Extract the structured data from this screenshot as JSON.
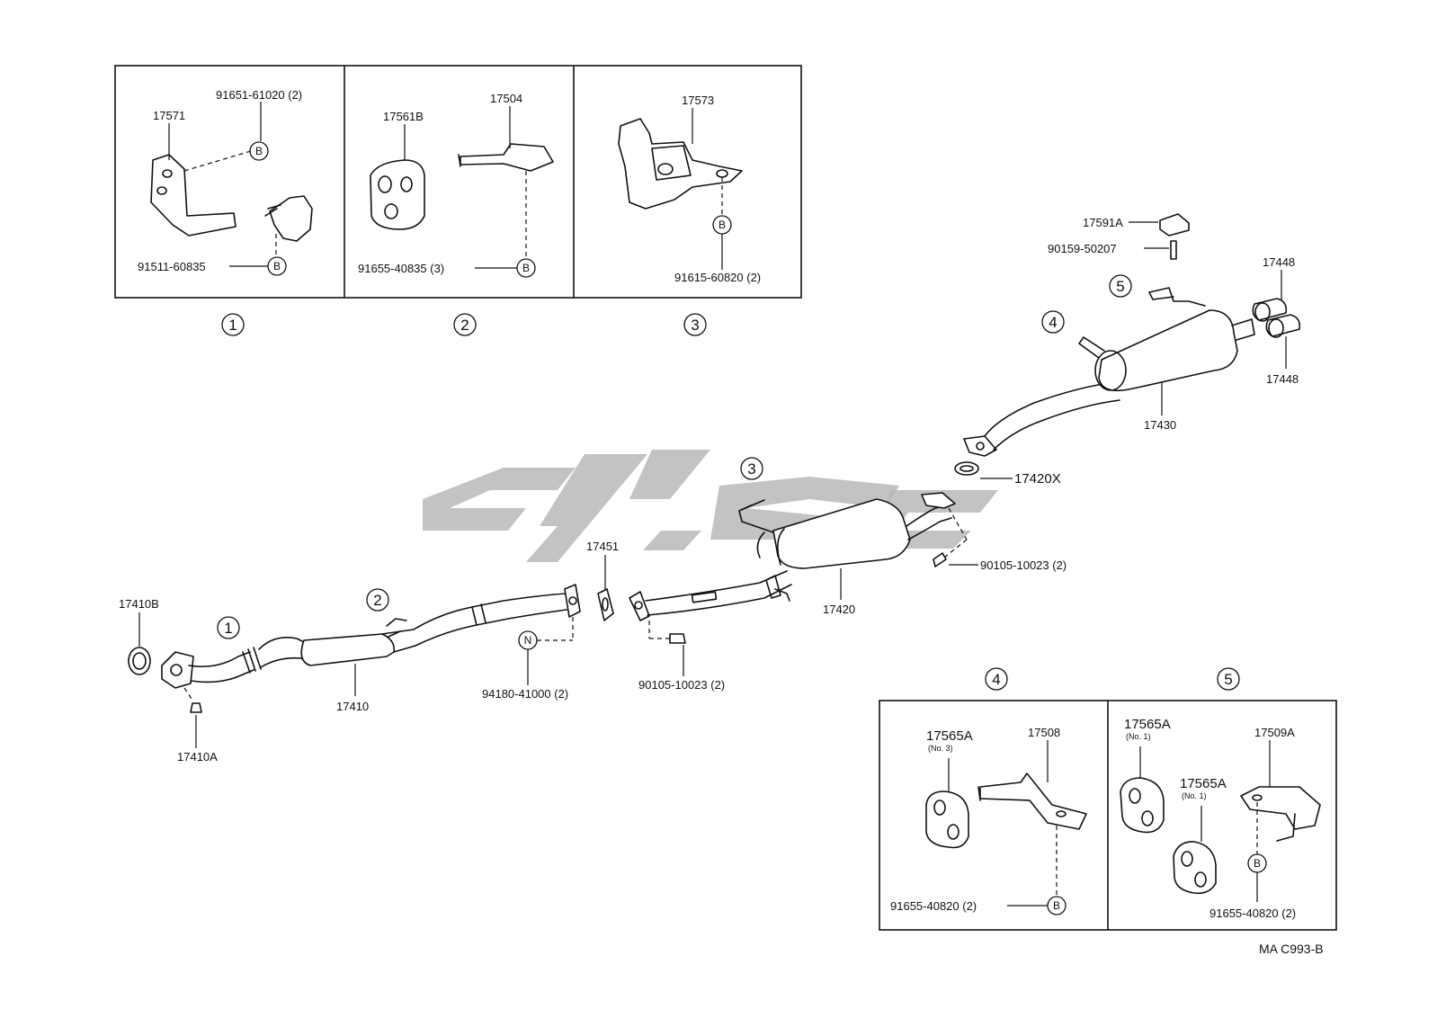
{
  "inset_numbers": [
    "1",
    "2",
    "3",
    "4",
    "5"
  ],
  "clip_letters": {
    "b": "B",
    "n": "N"
  },
  "labels": {
    "p17571": "17571",
    "p91651": "91651-61020 (2)",
    "p91511": "91511-60835",
    "p17561B": "17561B",
    "p17504": "17504",
    "p91655_40835": "91655-40835 (3)",
    "p17573": "17573",
    "p91615": "91615-60820 (2)",
    "p17591A": "17591A",
    "p90159": "90159-50207",
    "p17448_top": "17448",
    "p17448_bot": "17448",
    "p17430": "17430",
    "p17420X": "17420X",
    "p90105_right": "90105-10023 (2)",
    "p17420": "17420",
    "p17451": "17451",
    "p17410B": "17410B",
    "p17410": "17410",
    "p17410A": "17410A",
    "p94180": "94180-41000 (2)",
    "p90105_mid": "90105-10023 (2)",
    "p17565A_4": "17565A",
    "p17565A_4_sub": "(No. 3)",
    "p17508": "17508",
    "p91655_40820_4": "91655-40820 (2)",
    "p17565A_5a": "17565A",
    "p17565A_5a_sub": "(No. 1)",
    "p17565A_5b": "17565A",
    "p17565A_5b_sub": "(No. 1)",
    "p17509A": "17509A",
    "p91655_40820_5": "91655-40820 (2)"
  },
  "diagram_code": "MA C993-B",
  "colors": {
    "line": "#111111",
    "watermark": "#b8b8b8",
    "background": "#ffffff"
  }
}
